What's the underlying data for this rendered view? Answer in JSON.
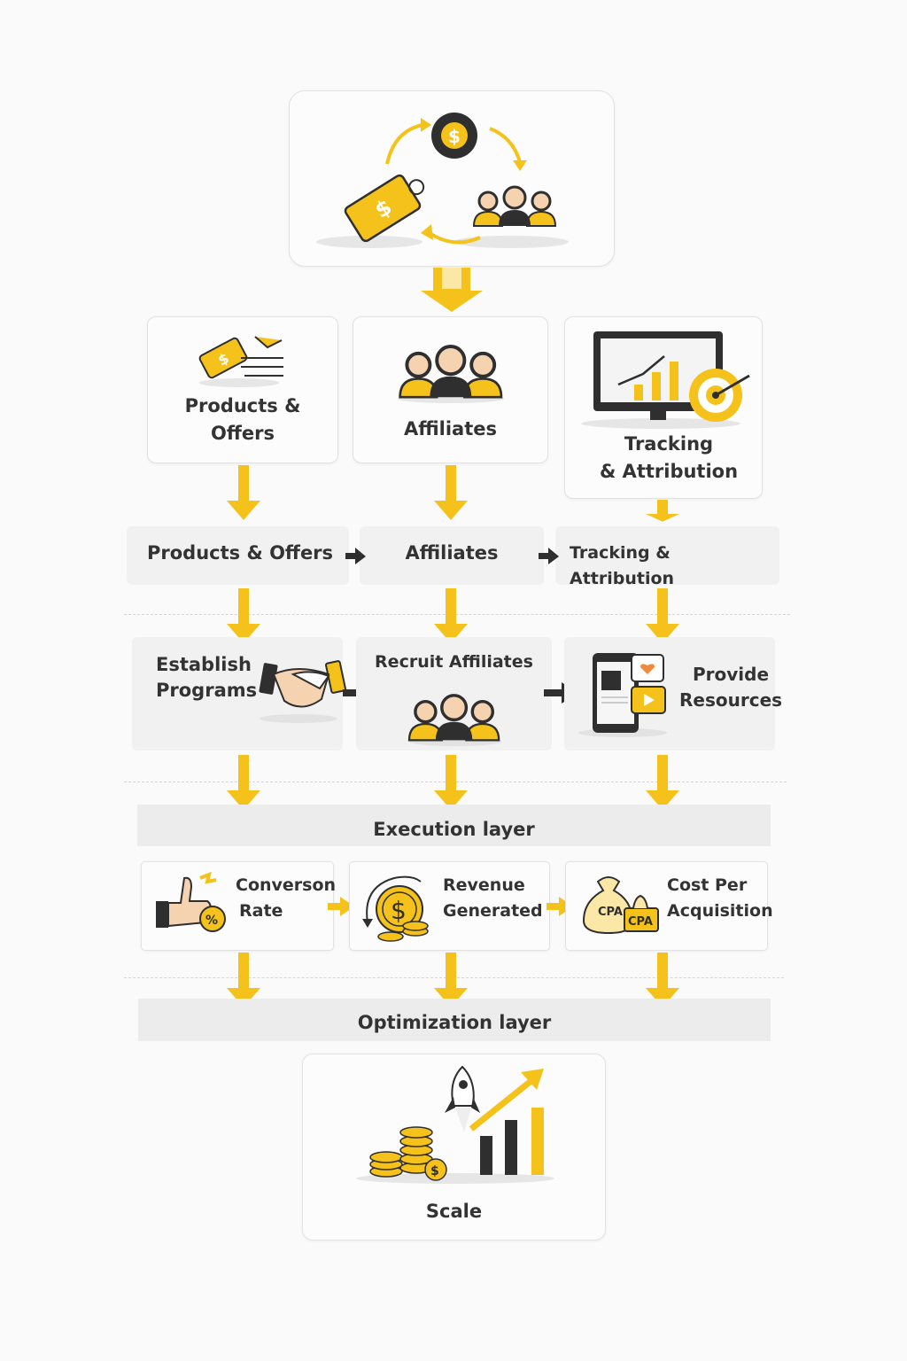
{
  "top_card": {
    "icons": [
      "price-tag-icon",
      "gear-dollar-icon",
      "people-group-icon",
      "cycle-arrows-icon"
    ]
  },
  "row1": [
    {
      "label_line1": "Products &",
      "label_line2": "Offers"
    },
    {
      "label": "Affiliates"
    },
    {
      "label_line1": "Tracking",
      "label_line2": "& Attribution"
    }
  ],
  "row2": [
    "Products & Offers",
    "Affiliates",
    "Tracking & Attribution"
  ],
  "row3": [
    {
      "line1": "Establish",
      "line2": "Programs"
    },
    {
      "label": "Recruit Affiliates"
    },
    {
      "line1": "Provide",
      "line2": "Resources"
    }
  ],
  "execution_layer": "Execution layer",
  "row4": [
    {
      "line1": "Converson",
      "line2": "Rate"
    },
    {
      "line1": "Revenue",
      "line2": "Generated"
    },
    {
      "line1": "Cost Per",
      "line2": "Acquisition",
      "badge1": "CPA",
      "badge2": "CPA"
    }
  ],
  "optimization_layer": "Optimization layer",
  "scale": {
    "label": "Scale",
    "coin_symbol": "$"
  },
  "colors": {
    "accent": "#f5c21b",
    "dark": "#2f2f2f",
    "text": "#333333"
  }
}
